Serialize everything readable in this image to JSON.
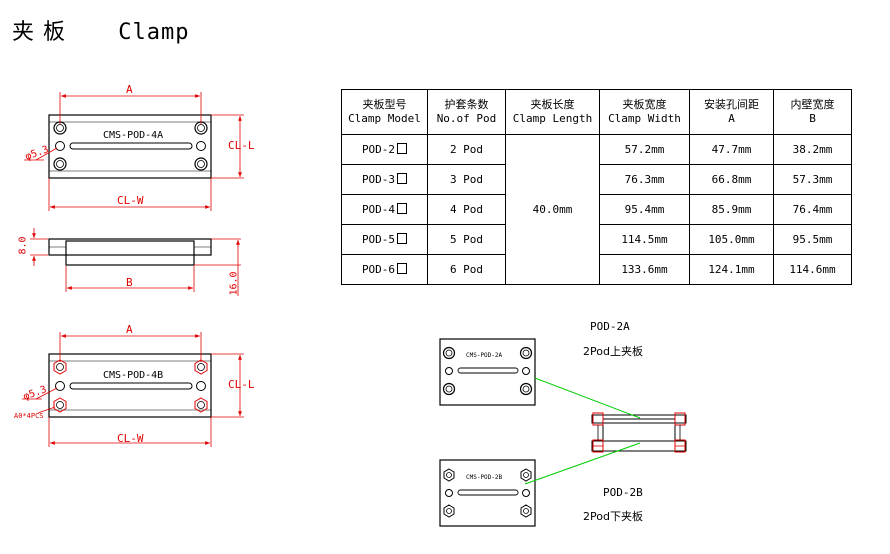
{
  "title": {
    "cn": "夹 板",
    "en": "Clamp"
  },
  "table": {
    "headers": [
      [
        "夹板型号",
        "Clamp Model"
      ],
      [
        "护套条数",
        "No.of Pod"
      ],
      [
        "夹板长度",
        "Clamp Length"
      ],
      [
        "夹板宽度",
        "Clamp Width"
      ],
      [
        "安装孔间距",
        "A"
      ],
      [
        "内壁宽度",
        "B"
      ]
    ],
    "rows": [
      {
        "model": "POD-2",
        "pods": "2 Pod",
        "width": "57.2mm",
        "a": "47.7mm",
        "b": "38.2mm"
      },
      {
        "model": "POD-3",
        "pods": "3 Pod",
        "width": "76.3mm",
        "a": "66.8mm",
        "b": "57.3mm"
      },
      {
        "model": "POD-4",
        "pods": "4 Pod",
        "width": "95.4mm",
        "a": "85.9mm",
        "b": "76.4mm"
      },
      {
        "model": "POD-5",
        "pods": "5 Pod",
        "width": "114.5mm",
        "a": "105.0mm",
        "b": "95.5mm"
      },
      {
        "model": "POD-6",
        "pods": "6 Pod",
        "width": "133.6mm",
        "a": "124.1mm",
        "b": "114.6mm"
      }
    ],
    "length": "40.0mm"
  },
  "drawing_top": {
    "a": "A",
    "cl": "CL-L",
    "clw": "CL-W",
    "phi": "φ5.3",
    "part": "CMS-POD-4A"
  },
  "drawing_side": {
    "h8": "8.0",
    "b": "B",
    "h16": "16.0"
  },
  "drawing_bottom": {
    "a": "A",
    "cl": "CL-L",
    "clw": "CL-W",
    "phi": "φ5.3",
    "part": "CMS-POD-4B",
    "nut": "A0*4PCS"
  },
  "assembly": {
    "upper_code": "POD-2A",
    "upper_desc": "2Pod上夹板",
    "upper_part": "CMS-POD-2A",
    "lower_code": "POD-2B",
    "lower_desc": "2Pod下夹板",
    "lower_part": "CMS-POD-2B"
  },
  "colors": {
    "dimension": "#e00000",
    "leader": "#00cc00",
    "outline": "#000000"
  }
}
